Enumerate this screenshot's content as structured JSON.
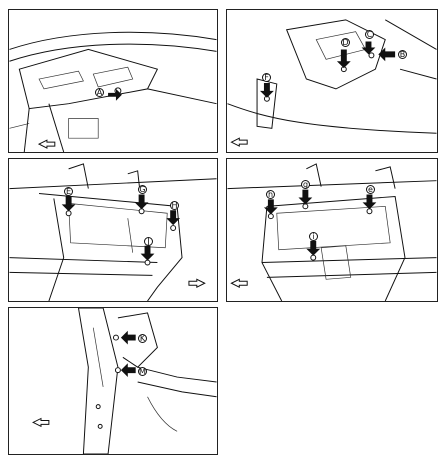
{
  "panels": [
    {
      "id": "p1",
      "labels": [
        "A"
      ]
    },
    {
      "id": "p2",
      "labels": [
        "D",
        "C",
        "B",
        "F"
      ]
    },
    {
      "id": "p3",
      "labels": [
        "E",
        "G",
        "H",
        "J"
      ]
    },
    {
      "id": "p4",
      "labels": [
        "h",
        "g",
        "e",
        "i"
      ]
    },
    {
      "id": "p5",
      "labels": [
        "K",
        "M"
      ]
    }
  ],
  "icons": {
    "callout_arrow": "filled-arrow-icon",
    "view_direction": "hollow-direction-arrow-icon"
  }
}
